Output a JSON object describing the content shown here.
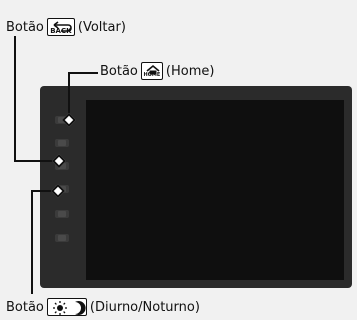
{
  "labels": {
    "back": {
      "word": "Botão",
      "key_text": "BACK",
      "desc": "(Voltar)"
    },
    "home": {
      "word": "Botão",
      "key_text": "HOME",
      "desc": "(Home)"
    },
    "day_night": {
      "word": "Botão",
      "desc": "(Diurno/Noturno)"
    }
  },
  "icons": {
    "back": "back-arrow-icon",
    "home": "house-icon",
    "day_night": "sun-moon-icon"
  }
}
